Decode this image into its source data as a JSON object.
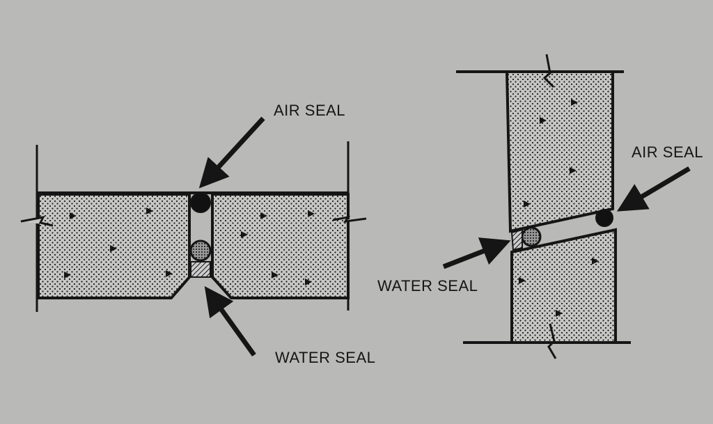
{
  "figure": {
    "left_detail": {
      "air_seal_label": "AIR SEAL",
      "water_seal_label": "WATER SEAL"
    },
    "right_detail": {
      "air_seal_label": "AIR SEAL",
      "water_seal_label": "WATER SEAL"
    }
  },
  "colors": {
    "background": "#b9b9b7",
    "ink": "#151515",
    "concrete": "#c4c4c2"
  }
}
